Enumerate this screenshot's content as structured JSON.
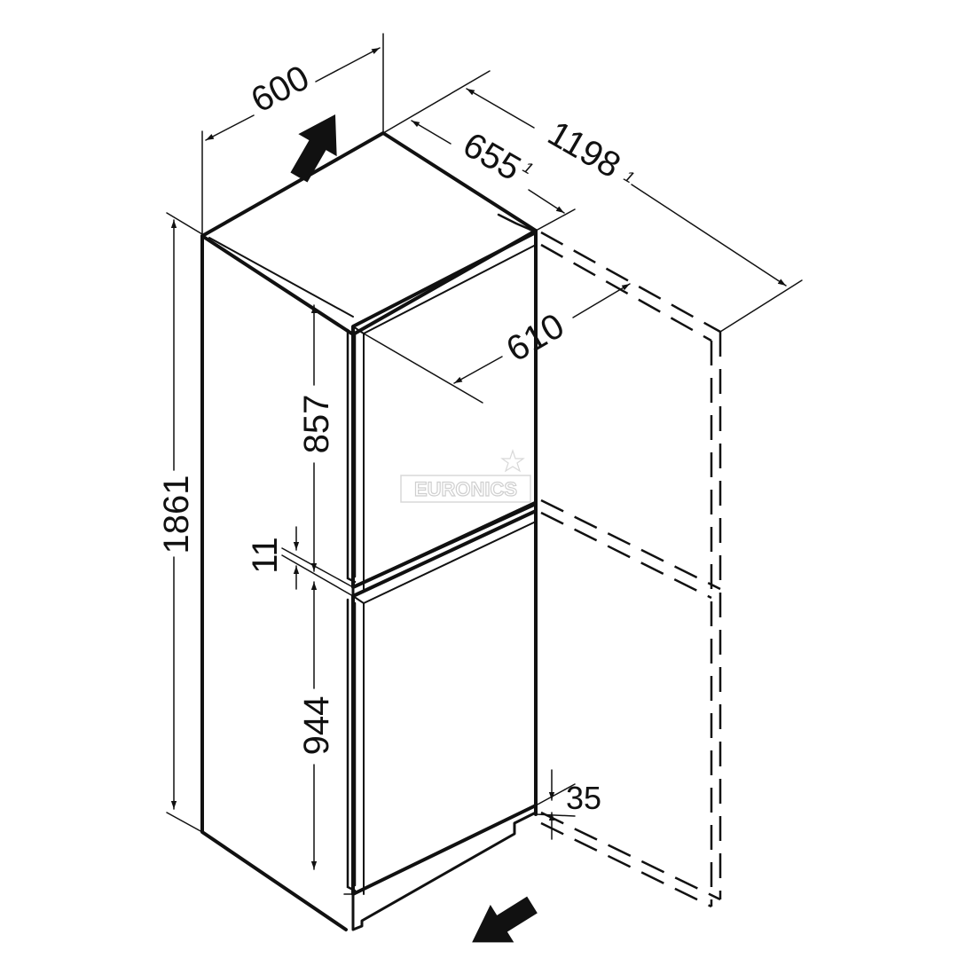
{
  "colors": {
    "line": "#111111",
    "watermark": "#cfcfcf",
    "background": "#ffffff"
  },
  "dimensions": {
    "width": "600",
    "depth": "655",
    "depth_note": "1",
    "door_open_depth": "1198",
    "door_open_note": "1",
    "door_depth": "610",
    "total_height": "1861",
    "upper_door": "857",
    "gap": "11",
    "lower_door": "944",
    "ventilation": "35"
  },
  "watermark": {
    "text": "EURONICS"
  },
  "icons": {
    "airflow_out": "arrow-up-icon",
    "airflow_in": "arrow-in-icon",
    "watermark_star": "star-icon"
  }
}
